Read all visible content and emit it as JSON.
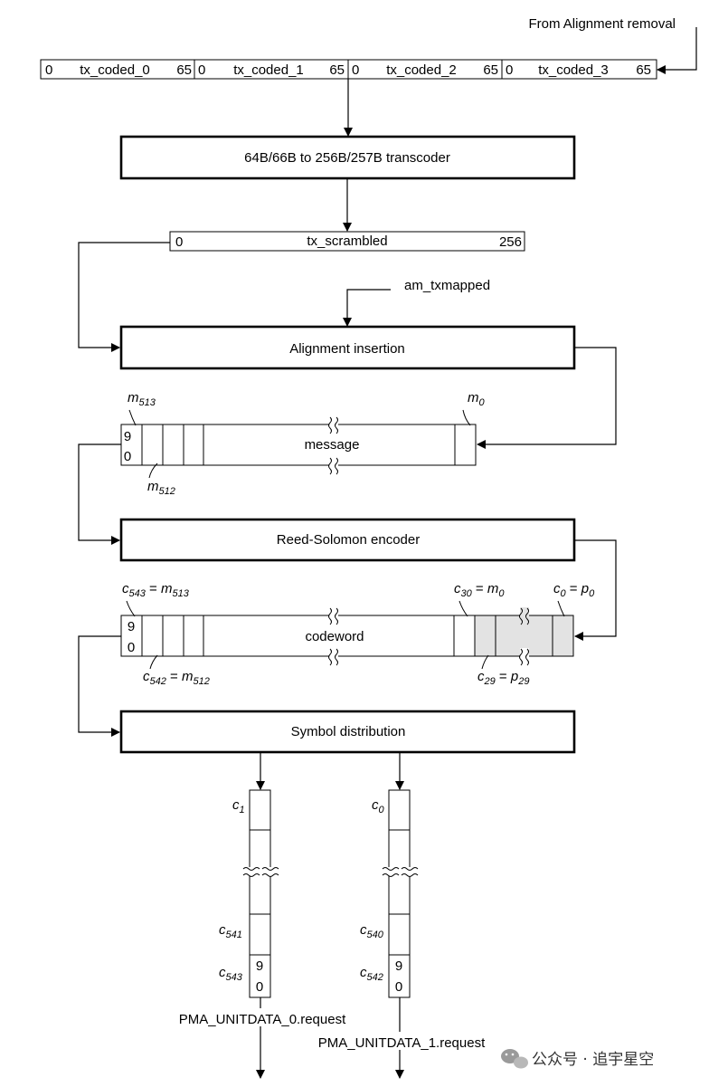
{
  "input_label": "From Alignment removal",
  "tx_coded": [
    {
      "start": "0",
      "name": "tx_coded_0",
      "end": "65"
    },
    {
      "start": "0",
      "name": "tx_coded_1",
      "end": "65"
    },
    {
      "start": "0",
      "name": "tx_coded_2",
      "end": "65"
    },
    {
      "start": "0",
      "name": "tx_coded_3",
      "end": "65"
    }
  ],
  "transcoder_label": "64B/66B to 256B/257B transcoder",
  "tx_scrambled": {
    "start": "0",
    "name": "tx_scrambled",
    "end": "256"
  },
  "am_label": "am_txmapped",
  "alignment_label": "Alignment insertion",
  "message": {
    "name": "message",
    "top_left": {
      "base": "m",
      "sub": "513"
    },
    "top_right": {
      "base": "m",
      "sub": "0"
    },
    "bottom_left": {
      "base": "m",
      "sub": "512"
    },
    "bit_high": "9",
    "bit_low": "0"
  },
  "rs_label": "Reed-Solomon encoder",
  "codeword": {
    "name": "codeword",
    "top_left": {
      "a": "c",
      "asub": "543",
      "eq": " = ",
      "b": "m",
      "bsub": "513"
    },
    "top_mid": {
      "a": "c",
      "asub": "30",
      "eq": " = ",
      "b": "m",
      "bsub": "0"
    },
    "top_right": {
      "a": "c",
      "asub": "0",
      "eq": " = ",
      "b": "p",
      "bsub": "0"
    },
    "bottom_left": {
      "a": "c",
      "asub": "542",
      "eq": " = ",
      "b": "m",
      "bsub": "512"
    },
    "bottom_right": {
      "a": "c",
      "asub": "29",
      "eq": " = ",
      "b": "p",
      "bsub": "29"
    },
    "bit_high": "9",
    "bit_low": "0"
  },
  "distribution_label": "Symbol distribution",
  "lanes": [
    {
      "top": {
        "base": "c",
        "sub": "1"
      },
      "mid": {
        "base": "c",
        "sub": "541"
      },
      "bottom": {
        "base": "c",
        "sub": "543"
      },
      "bit_high": "9",
      "bit_low": "0",
      "output": "PMA_UNITDATA_0.request"
    },
    {
      "top": {
        "base": "c",
        "sub": "0"
      },
      "mid": {
        "base": "c",
        "sub": "540"
      },
      "bottom": {
        "base": "c",
        "sub": "542"
      },
      "bit_high": "9",
      "bit_low": "0",
      "output": "PMA_UNITDATA_1.request"
    }
  ],
  "watermark": "公众号 · 追宇星空"
}
